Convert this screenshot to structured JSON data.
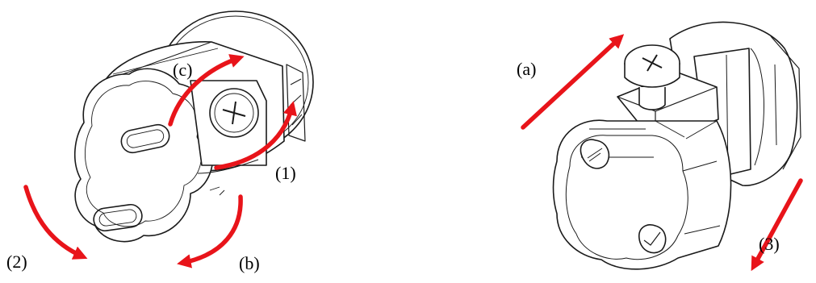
{
  "labels": {
    "c": "(c)",
    "one": "(1)",
    "two": "(2)",
    "b": "(b)",
    "a": "(a)",
    "three": "(3)"
  },
  "colors": {
    "arrow": "#e8141a",
    "line": "#1a1a1a"
  }
}
